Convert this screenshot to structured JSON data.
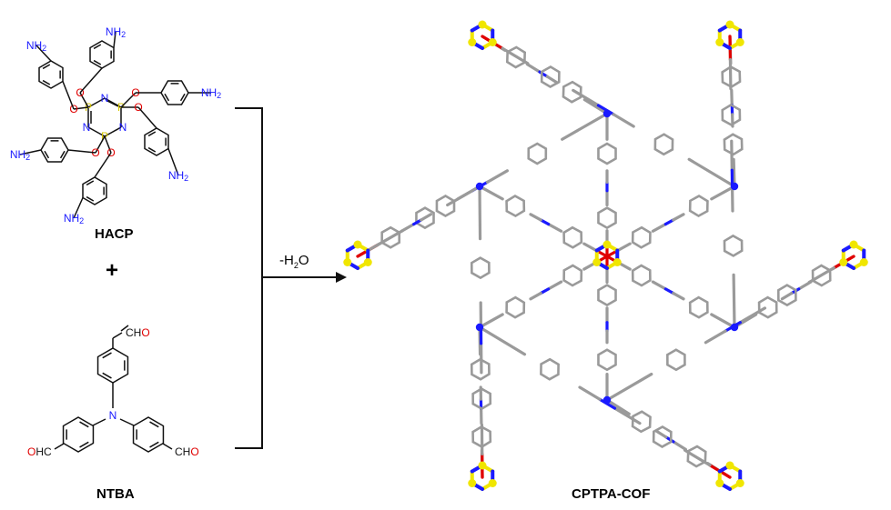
{
  "colors": {
    "bond": "#111111",
    "nitrogen": "#1a1aff",
    "oxygen": "#e00000",
    "phosphorus": "#d4c400",
    "carbon_framework": "#9a9a9a",
    "framework_nitrogen": "#1a1aff",
    "framework_oxygen": "#e00000",
    "framework_phosphorus": "#f0e600"
  },
  "reactants": {
    "hacp": {
      "name": "HACP",
      "amine_group": "NH",
      "amine_sub": "2",
      "core_atoms": {
        "phosphorus": "P",
        "nitrogen": "N",
        "oxygen": "O"
      }
    },
    "plus": "+",
    "ntba": {
      "name": "NTBA",
      "central_nitrogen": "N",
      "aldehyde_left": "OHC",
      "aldehyde_right": "CHO",
      "aldehyde_top": "CHO"
    }
  },
  "reaction": {
    "condition_prefix": "-H",
    "condition_sub": "2",
    "condition_suffix": "O"
  },
  "product": {
    "name": "CPTPA-COF"
  }
}
